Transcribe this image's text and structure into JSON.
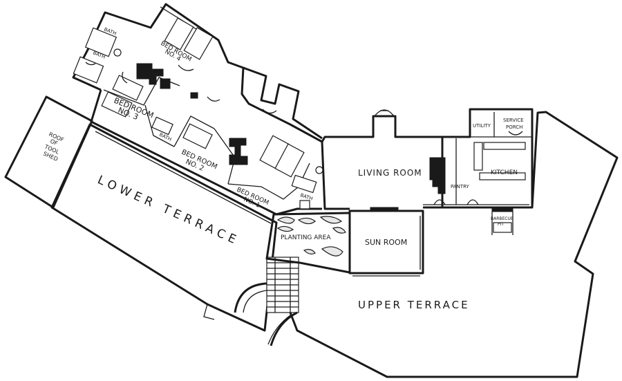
{
  "labels": {
    "bed_room_4": [
      "BED ROOM",
      "NO. 4"
    ],
    "bed_room_3": [
      "BED ROOM",
      "NO. 3"
    ],
    "bed_room_2": [
      "BED ROOM",
      "NO. 2"
    ],
    "bed_room_1": [
      "BED ROOM",
      "NO. 1"
    ],
    "bath_a": "BATH",
    "bath_b": "BATH",
    "bath_c": "BATH",
    "bath_d": "BATH",
    "roof_tool_shed": [
      "ROOF",
      "OF",
      "TOOL",
      "SHED"
    ],
    "lower_terrace": "LOWER TERRACE",
    "living_room": "LIVING ROOM",
    "pantry": "PANTRY",
    "kitchen": "KITCHEN",
    "utility": "UTILITY",
    "service_porch": [
      "SERVICE",
      "PORCH"
    ],
    "barbecue_pit": [
      "BARBECUE",
      "PIT"
    ],
    "planting_area": "PLANTING AREA",
    "sun_room": "SUN ROOM",
    "upper_terrace": "UPPER TERRACE"
  },
  "colors": {
    "ink": "#1a1a1a",
    "paper": "#ffffff",
    "planting_fill": "#e8e8e8"
  }
}
